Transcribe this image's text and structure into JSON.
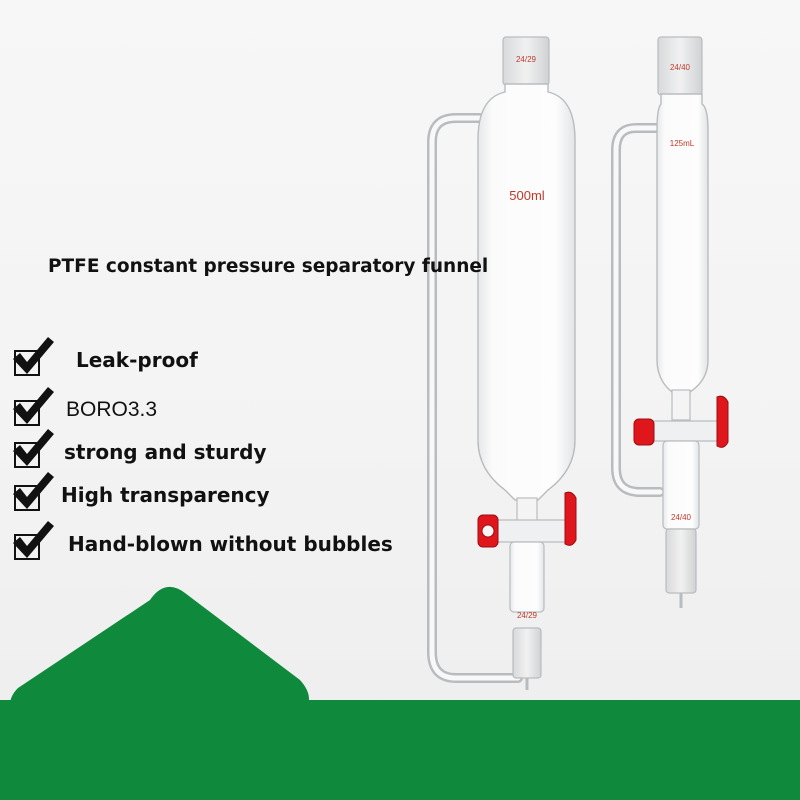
{
  "headline": "PTFE constant pressure separatory funnel",
  "features": [
    {
      "label": "Leak-proof"
    },
    {
      "label": "BORO3.3"
    },
    {
      "label": "strong and sturdy"
    },
    {
      "label": "High transparency"
    },
    {
      "label": "Hand-blown without bubbles"
    }
  ],
  "funnel_large": {
    "joint_top": "24/29",
    "volume": "500ml",
    "joint_bottom": "24/29"
  },
  "funnel_small": {
    "joint_top": "24/40",
    "volume": "125mL",
    "joint_bottom": "24/40"
  },
  "colors": {
    "brand_green": "#0f8a3c",
    "stopcock_red": "#e0161d",
    "glass_outline": "#b9bcbf",
    "text": "#111111"
  },
  "icons": [
    "checkmark-icon",
    "checkbox-icon"
  ]
}
